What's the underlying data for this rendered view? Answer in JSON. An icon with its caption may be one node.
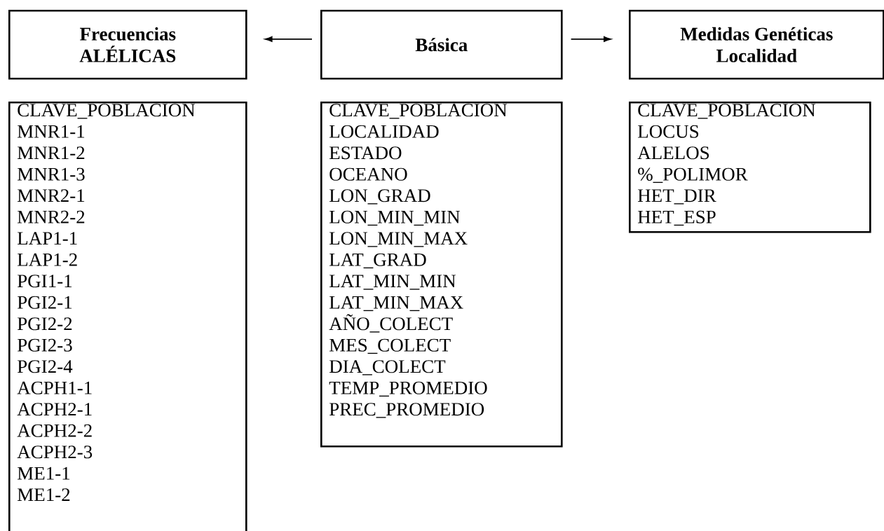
{
  "diagram": {
    "nodes": [
      {
        "text": [
          "Frecuencias ALÉLICAS"
        ]
      },
      {
        "text": [
          "Básica"
        ]
      },
      {
        "text": [
          "Medidas Genéticas Localidad"
        ]
      },
      {
        "text": [
          "CLAVE_POBLACION",
          "MNR1-1",
          "MNR1-2",
          "MNR1-3",
          "MNR2-1",
          "MNR2-2",
          "LAP1-1",
          "LAP1-2",
          "PGI1-1",
          "PGI2-1",
          "PGI2-2",
          "PGI2-3",
          "PGI2-4",
          "ACPH1-1",
          "ACPH2-1",
          "ACPH2-2",
          "ACPH2-3",
          "ME1-1",
          "ME1-2"
        ]
      },
      {
        "text": [
          "CLAVE_POBLACION",
          "LOCALIDAD",
          "ESTADO",
          "OCEANO",
          "LON_GRAD",
          "LON_MIN_MIN",
          "LON_MIN_MAX",
          "LAT_GRAD",
          "LAT_MIN_MIN",
          "LAT_MIN_MAX",
          "AÑO_COLECT",
          "MES_COLECT",
          "DIA_COLECT",
          "TEMP_PROMEDIO",
          "PREC_PROMEDIO"
        ]
      },
      {
        "text": [
          "CLAVE_POBLACION",
          "LOCUS",
          "ALELOS",
          "%_POLIMOR",
          "HET_DIR",
          "HET_ESP"
        ]
      }
    ],
    "edges": [
      {
        "from": 1,
        "to": 0,
        "arrow": "to"
      },
      {
        "from": 1,
        "to": 2,
        "arrow": "to"
      }
    ]
  }
}
